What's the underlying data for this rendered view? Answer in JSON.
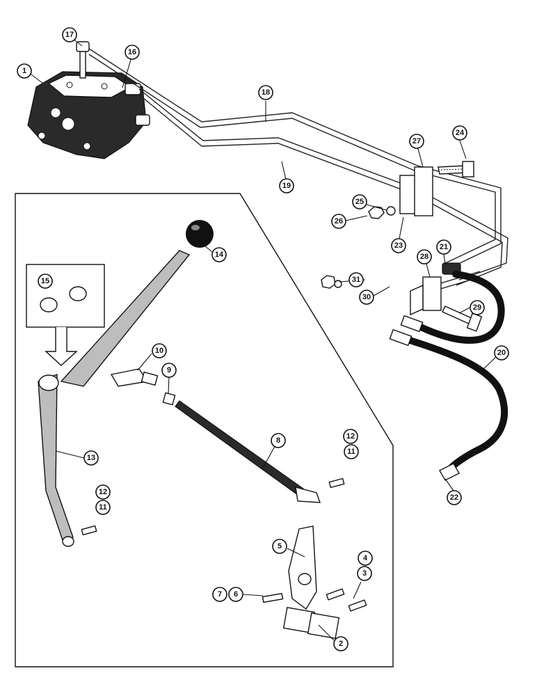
{
  "callouts": [
    {
      "id": "c1",
      "label": "1"
    },
    {
      "id": "c2",
      "label": "2"
    },
    {
      "id": "c3",
      "label": "3"
    },
    {
      "id": "c4",
      "label": "4"
    },
    {
      "id": "c5",
      "label": "5"
    },
    {
      "id": "c6",
      "label": "6"
    },
    {
      "id": "c7",
      "label": "7"
    },
    {
      "id": "c8",
      "label": "8"
    },
    {
      "id": "c9",
      "label": "9"
    },
    {
      "id": "c10",
      "label": "10"
    },
    {
      "id": "c11a",
      "label": "11"
    },
    {
      "id": "c12a",
      "label": "12"
    },
    {
      "id": "c11b",
      "label": "11"
    },
    {
      "id": "c12b",
      "label": "12"
    },
    {
      "id": "c13",
      "label": "13"
    },
    {
      "id": "c14",
      "label": "14"
    },
    {
      "id": "c15",
      "label": "15"
    },
    {
      "id": "c16",
      "label": "16"
    },
    {
      "id": "c17",
      "label": "17"
    },
    {
      "id": "c18",
      "label": "18"
    },
    {
      "id": "c19",
      "label": "19"
    },
    {
      "id": "c20",
      "label": "20"
    },
    {
      "id": "c21",
      "label": "21"
    },
    {
      "id": "c22",
      "label": "22"
    },
    {
      "id": "c23",
      "label": "23"
    },
    {
      "id": "c24",
      "label": "24"
    },
    {
      "id": "c25",
      "label": "25"
    },
    {
      "id": "c26",
      "label": "26"
    },
    {
      "id": "c27",
      "label": "27"
    },
    {
      "id": "c28",
      "label": "28"
    },
    {
      "id": "c29",
      "label": "29"
    },
    {
      "id": "c30",
      "label": "30"
    },
    {
      "id": "c31",
      "label": "31"
    }
  ]
}
